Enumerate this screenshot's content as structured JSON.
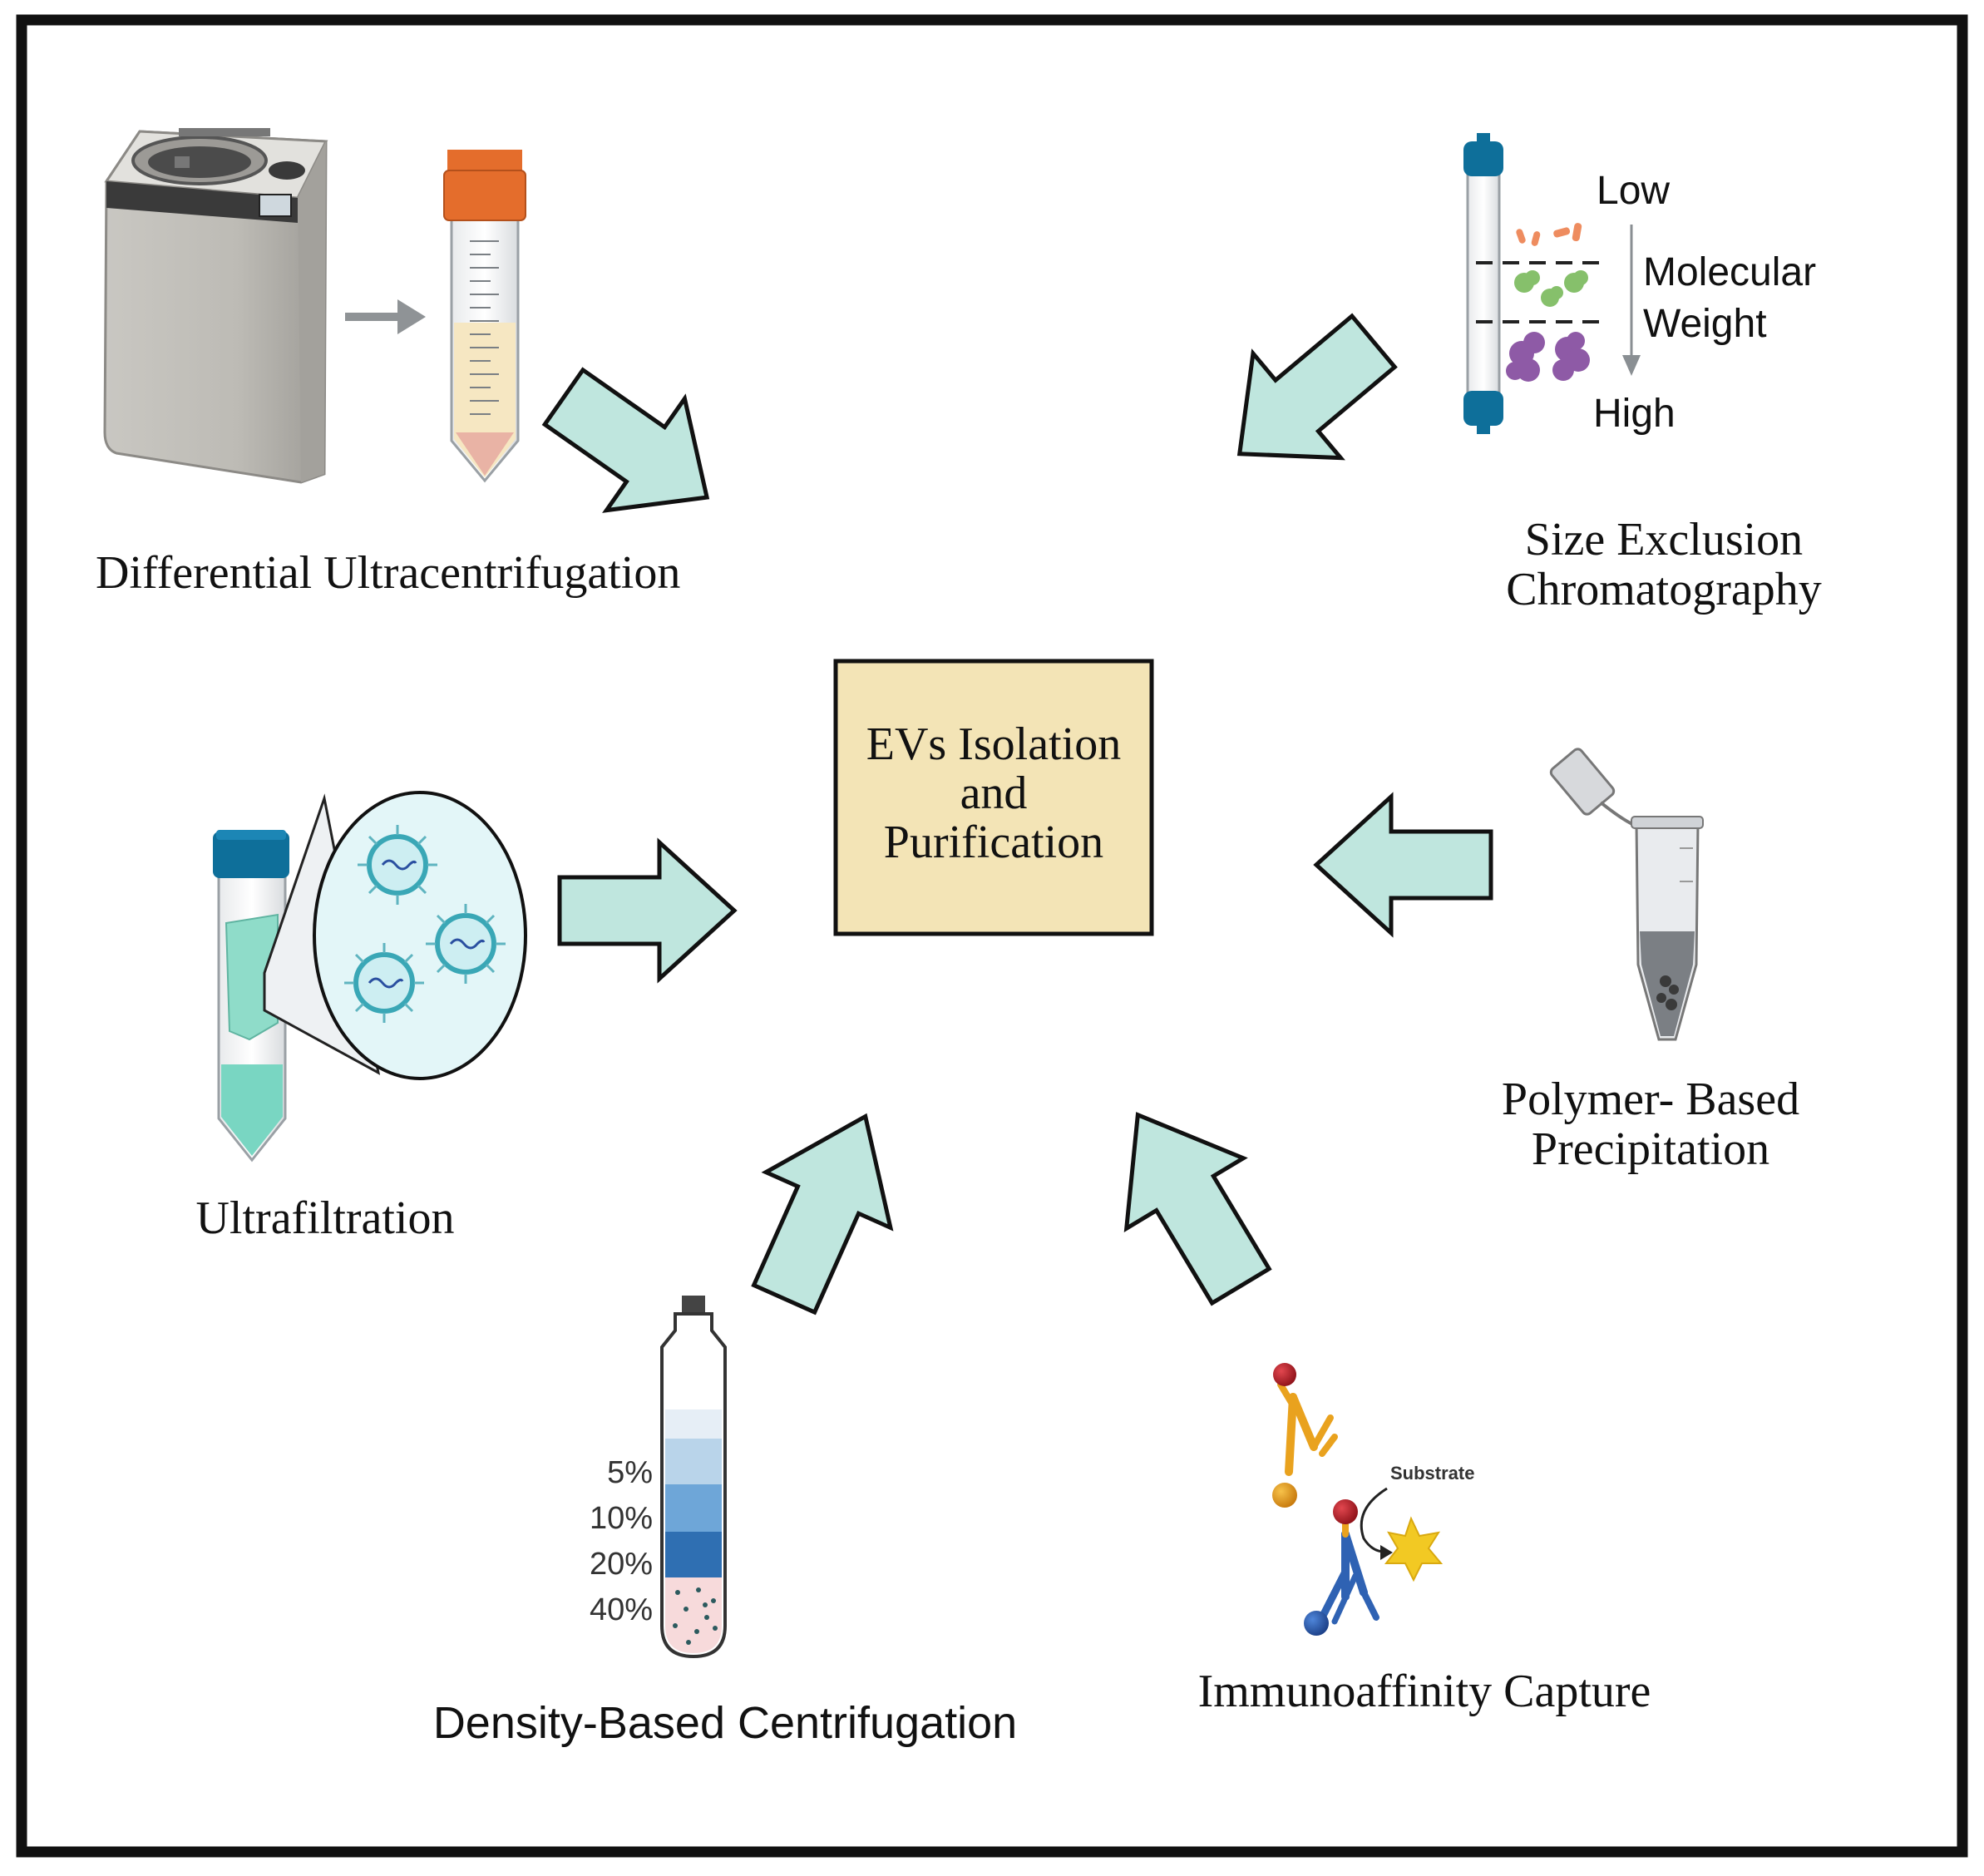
{
  "center": {
    "line1": "EVs Isolation",
    "line2": "and",
    "line3": "Purification",
    "fill": "#f3e4b6"
  },
  "methods": {
    "duc": {
      "label": "Differential Ultracentrifugation"
    },
    "sec": {
      "label_line1": "Size Exclusion",
      "label_line2": "Chromatography",
      "low": "Low",
      "mw_line1": "Molecular",
      "mw_line2": "Weight",
      "high": "High"
    },
    "uf": {
      "label": "Ultrafiltration"
    },
    "pbp": {
      "label_line1": "Polymer- Based",
      "label_line2": "Precipitation"
    },
    "dbc": {
      "label": "Density-Based Centrifugation",
      "gradient": [
        "5%",
        "10%",
        "20%",
        "40%"
      ]
    },
    "iac": {
      "label": "Immunoaffinity Capture",
      "substrate": "Substrate"
    }
  },
  "colors": {
    "arrow_fill": "#bfe6de",
    "frame": "#111111",
    "cap_orange": "#e46d2c",
    "cap_blue": "#0e6f9a",
    "uf_green": "#79d6c2",
    "protein_purple": "#8e5aa6",
    "protein_green": "#86c06b",
    "antibody_blue": "#2f62b3",
    "antibody_orange": "#e9a21e",
    "antigen_red": "#b5202a",
    "substrate_yellow": "#f2c923"
  }
}
